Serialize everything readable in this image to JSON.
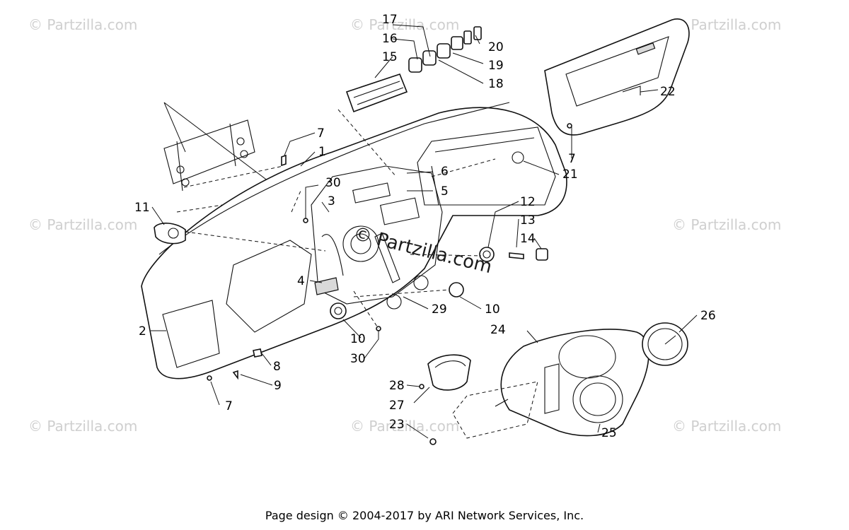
{
  "footer": "Page design © 2004-2017 by ARI Network Services, Inc.",
  "watermark": "© Partzilla.com",
  "center_watermark": "© Partzilla.com",
  "callouts": [
    "17",
    "16",
    "15",
    "20",
    "19",
    "18",
    "22",
    "7",
    "1",
    "30",
    "3",
    "6",
    "5",
    "21",
    "7",
    "11",
    "12",
    "13",
    "14",
    "4",
    "29",
    "10",
    "10",
    "2",
    "30",
    "24",
    "26",
    "8",
    "9",
    "28",
    "27",
    "7",
    "23",
    "25"
  ]
}
